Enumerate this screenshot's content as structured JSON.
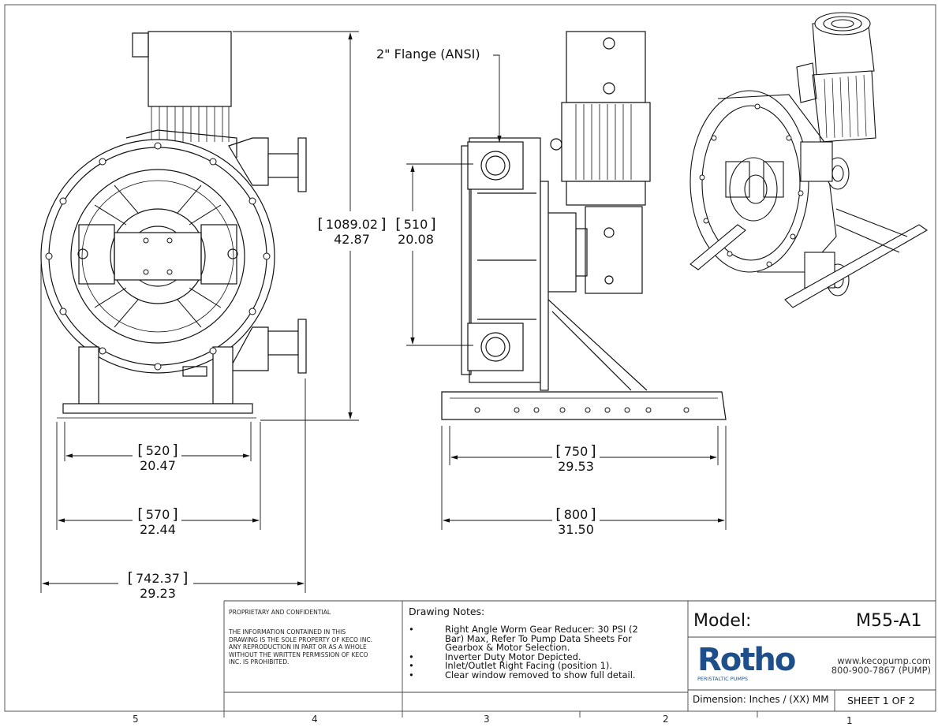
{
  "flange_callout": "2\" Flange (ANSI)",
  "dimensions": {
    "height": {
      "mm": "1089.02",
      "in": "42.87"
    },
    "flange_spacing": {
      "mm": "510",
      "in": "20.08"
    },
    "base_inner_front": {
      "mm": "520",
      "in": "20.47"
    },
    "base_outer_front": {
      "mm": "570",
      "in": "22.44"
    },
    "overall_width": {
      "mm": "742.37",
      "in": "29.23"
    },
    "base_inner_side": {
      "mm": "750",
      "in": "29.53"
    },
    "base_outer_side": {
      "mm": "800",
      "in": "31.50"
    }
  },
  "title_block": {
    "proprietary_heading": "PROPRIETARY AND CONFIDENTIAL",
    "proprietary_body": "THE INFORMATION CONTAINED IN THIS DRAWING IS THE SOLE PROPERTY OF KECO INC.  ANY REPRODUCTION IN PART OR AS A WHOLE WITHOUT THE WRITTEN PERMISSION OF KECO INC. IS PROHIBITED.",
    "notes_heading": "Drawing Notes:",
    "notes": [
      "Right Angle Worm Gear Reducer: 30 PSI (2 Bar) Max, Refer To Pump Data Sheets For Gearbox & Motor Selection.",
      "Inverter Duty Motor Depicted.",
      "Inlet/Outlet Right Facing (position 1).",
      "Clear window removed to show full detail."
    ],
    "model_label": "Model:",
    "model_value": "M55-A1",
    "logo_text": "Rotho",
    "logo_subtext": "PERISTALTIC PUMPS",
    "website": "www.kecopump.com",
    "phone": "800-900-7867 (PUMP)",
    "dimension_units": "Dimension: Inches / (XX) MM",
    "sheet": "SHEET 1 OF 2"
  },
  "zones": [
    "5",
    "4",
    "3",
    "2",
    "1"
  ]
}
